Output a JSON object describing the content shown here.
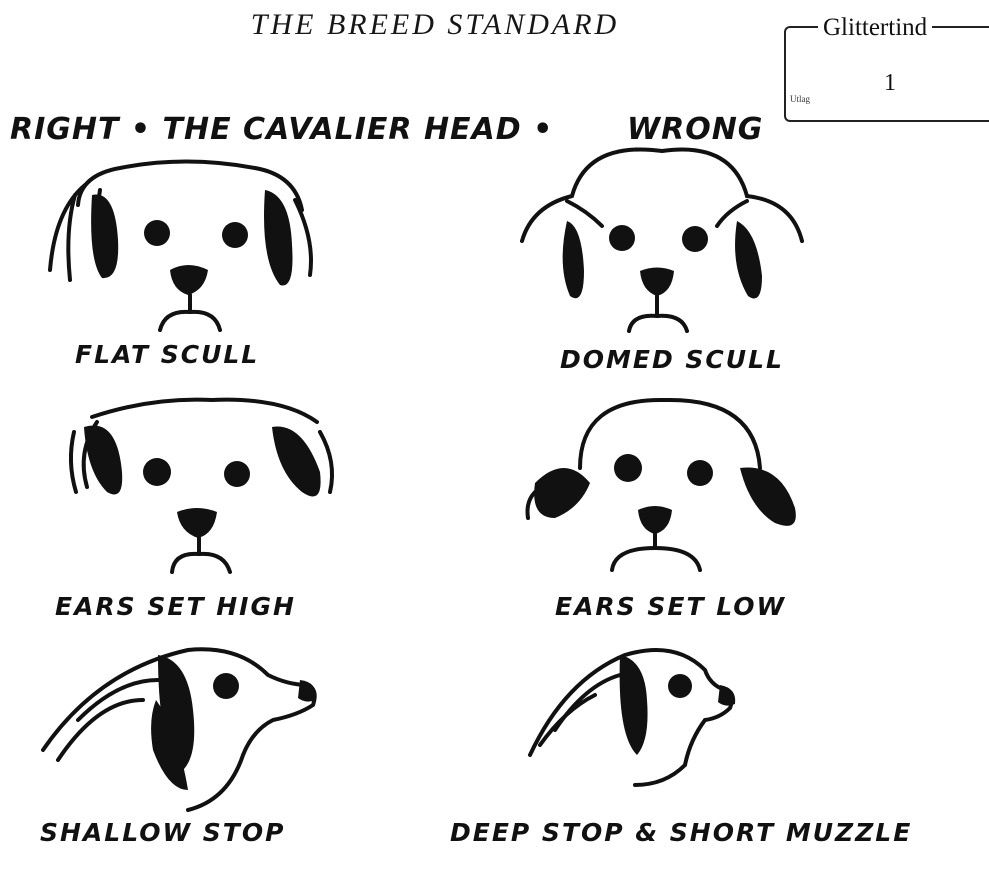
{
  "page": {
    "title": "THE BREED STANDARD",
    "heading_left": "RIGHT • THE CAVALIER HEAD  •",
    "heading_right": "WRONG"
  },
  "stamp": {
    "name": "Glittertind",
    "number": "1",
    "small_text": "Utlag"
  },
  "illustrations": [
    {
      "caption": "FLAT SCULL",
      "icon": "dog-head-front-flat-skull-icon"
    },
    {
      "caption": "DOMED SCULL",
      "icon": "dog-head-front-domed-skull-icon"
    },
    {
      "caption": "EARS SET HIGH",
      "icon": "dog-head-front-ears-high-icon"
    },
    {
      "caption": "EARS SET LOW",
      "icon": "dog-head-front-ears-low-icon"
    },
    {
      "caption": "SHALLOW STOP",
      "icon": "dog-head-profile-shallow-stop-icon"
    },
    {
      "caption": "DEEP STOP & SHORT MUZZLE",
      "icon": "dog-head-profile-deep-stop-icon"
    }
  ]
}
